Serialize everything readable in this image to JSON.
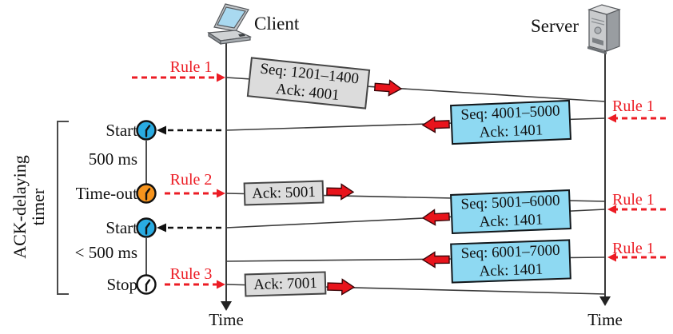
{
  "diagram": {
    "actors": {
      "client": {
        "label": "Client"
      },
      "server": {
        "label": "Server"
      }
    },
    "timelines": {
      "client_axis_label": "Time",
      "server_axis_label": "Time"
    },
    "timer_panel": {
      "label_line1": "ACK-delaying",
      "label_line2": "timer",
      "events": [
        {
          "label": "Start",
          "clock": "blue"
        },
        {
          "label": "500 ms",
          "clock": "none"
        },
        {
          "label": "Time-out",
          "clock": "orange"
        },
        {
          "label": "Start",
          "clock": "blue"
        },
        {
          "label": "< 500 ms",
          "clock": "none"
        },
        {
          "label": "Stop",
          "clock": "white"
        }
      ]
    },
    "rules": [
      {
        "label": "Rule 1",
        "at": "client"
      },
      {
        "label": "Rule 1",
        "at": "server"
      },
      {
        "label": "Rule 2",
        "at": "client"
      },
      {
        "label": "Rule 1",
        "at": "server"
      },
      {
        "label": "Rule 1",
        "at": "server"
      },
      {
        "label": "Rule 3",
        "at": "client"
      }
    ],
    "messages": [
      {
        "line1": "Seq: 1201–1400",
        "line2": "Ack: 4001",
        "style": "gray",
        "from": "client",
        "to": "server"
      },
      {
        "line1": "Seq: 4001–5000",
        "line2": "Ack: 1401",
        "style": "blue",
        "from": "server",
        "to": "client"
      },
      {
        "line1": "Ack: 5001",
        "style": "gray",
        "from": "client",
        "to": "server"
      },
      {
        "line1": "Seq: 5001–6000",
        "line2": "Ack: 1401",
        "style": "blue",
        "from": "server",
        "to": "client"
      },
      {
        "line1": "Seq: 6001–7000",
        "line2": "Ack: 1401",
        "style": "blue",
        "from": "server",
        "to": "client"
      },
      {
        "line1": "Ack: 7001",
        "style": "gray",
        "from": "client",
        "to": "server"
      }
    ],
    "colors": {
      "rule_red": "#ec1c24",
      "arrow_red": "#e8141c",
      "box_blue": "#8ed9f2",
      "box_gray": "#dcdcdc",
      "clock_blue": "#29abe2",
      "clock_orange": "#f7941d",
      "clock_white": "#ffffff"
    }
  }
}
